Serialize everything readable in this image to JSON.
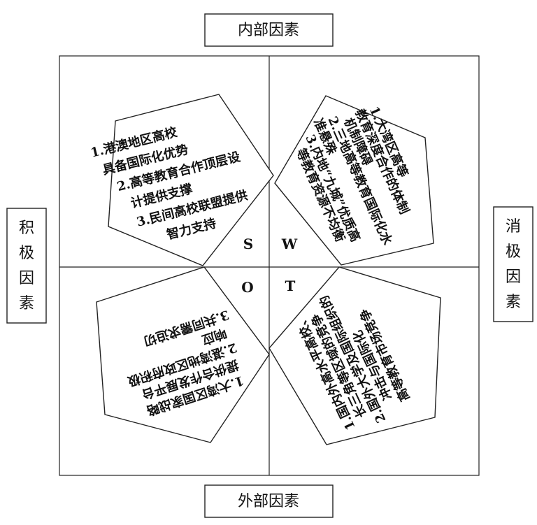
{
  "labels": {
    "top": "内部因素",
    "bottom": "外部因素",
    "left": [
      "积",
      "极",
      "因",
      "素"
    ],
    "right": [
      "消",
      "极",
      "因",
      "素"
    ]
  },
  "quadrants": {
    "s": "S",
    "w": "W",
    "o": "O",
    "t": "T"
  },
  "strengths": [
    "1.港澳地区高校",
    "具备国际化优势",
    "2.高等教育合作顶层设",
    "计提供支撑",
    "3.民间高校联盟提供",
    "智力支持"
  ],
  "weaknesses": [
    "1.大湾区高等",
    "教育深度合作的体制",
    "机制障碍",
    "2.三地高等教育国际化水",
    "准悬殊",
    "3.内地“九城”优质高",
    "等教育资源不均衡"
  ],
  "opportunities": [
    "1.大湾区国家战略",
    "提供合作发展平台",
    "2.湛湾地区政府积极",
    "响应",
    "3.共同需求迫切"
  ],
  "threats": [
    "1.国内外高水平高校、",
    "长三角等区域的竞争",
    "2.国外大学及国际组织的",
    "冲击与国际化",
    "高等教育市场竞争"
  ]
}
